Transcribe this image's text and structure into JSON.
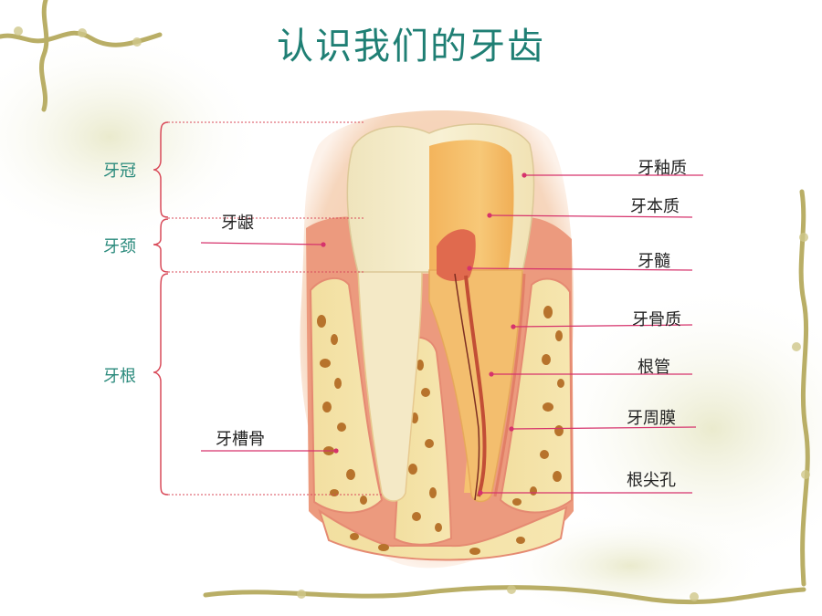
{
  "title": "认识我们的牙齿",
  "colors": {
    "title": "#1f7f74",
    "section_text": "#2a8a7c",
    "leader_line": "#d6336c",
    "bracket": "#d94b5a",
    "vine": "#b9ae66"
  },
  "sections": {
    "crown": "牙冠",
    "neck": "牙颈",
    "root": "牙根"
  },
  "labels": {
    "enamel": "牙釉质",
    "dentin": "牙本质",
    "gum": "牙龈",
    "pulp": "牙髓",
    "cementum": "牙骨质",
    "root_canal": "根管",
    "periodontal_membrane": "牙周膜",
    "alveolar_bone": "牙槽骨",
    "apical_foramen": "根尖孔"
  }
}
